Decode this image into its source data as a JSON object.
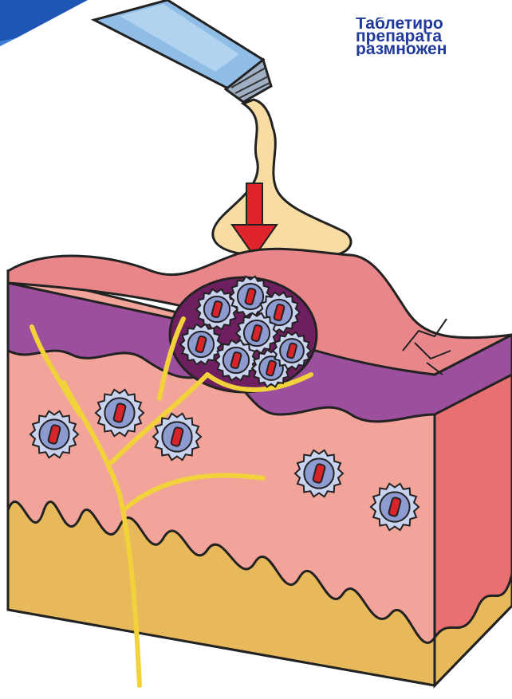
{
  "caption": {
    "lines": [
      "Таблетиро",
      "препарата",
      "размножен"
    ]
  },
  "colors": {
    "caption_text": "#1f3a9a",
    "accent_blue": "#1e56b5",
    "skin_surface": "#e8868a",
    "skin_body": "#f2a39a",
    "epidermis_purple": "#9b4f9c",
    "fat_layer": "#e8b95a",
    "nerve": "#f2d23a",
    "ointment": "#f9dca3",
    "tube": "#8fbde6",
    "arrow": "#e0242b",
    "cell_outer": "#c9d2ee",
    "cell_core": "#d8232a"
  },
  "icons": [
    "ointment-tube-icon",
    "application-arrow-icon",
    "virus-cell-icon",
    "nerve-icon"
  ]
}
